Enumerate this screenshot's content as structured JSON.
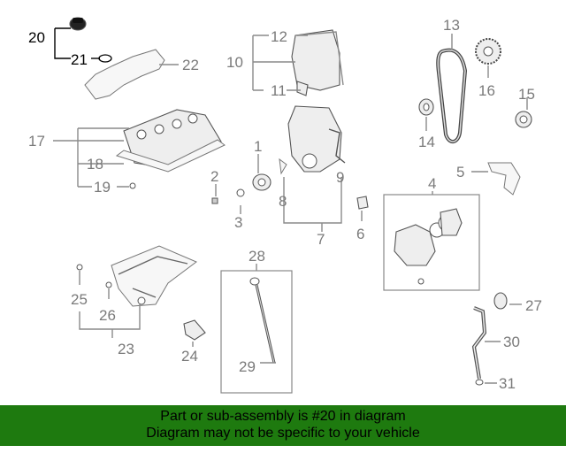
{
  "diagram": {
    "highlight_color": "#000000",
    "callout_color": "#7a7a7a",
    "callouts": {
      "c1": "1",
      "c2": "2",
      "c3": "3",
      "c4": "4",
      "c5": "5",
      "c6": "6",
      "c7": "7",
      "c8": "8",
      "c9": "9",
      "c10": "10",
      "c11": "11",
      "c12": "12",
      "c13": "13",
      "c14": "14",
      "c15": "15",
      "c16": "16",
      "c17": "17",
      "c18": "18",
      "c19": "19",
      "c20": "20",
      "c21": "21",
      "c22": "22",
      "c23": "23",
      "c24": "24",
      "c25": "25",
      "c26": "26",
      "c27": "27",
      "c28": "28",
      "c29": "29",
      "c30": "30",
      "c31": "31"
    },
    "highlighted_callouts": [
      "20",
      "21"
    ]
  },
  "banner": {
    "background": "#1e7a0f",
    "line1": "Part or sub-assembly is #20 in diagram",
    "line2": "Diagram may not be specific to your vehicle"
  }
}
